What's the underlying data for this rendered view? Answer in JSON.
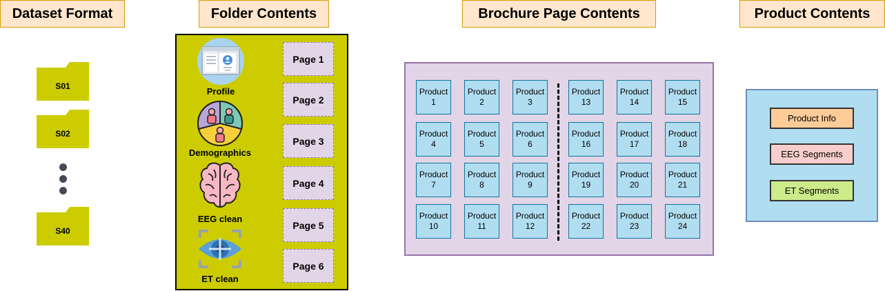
{
  "headers": {
    "dataset_format": "Dataset Format",
    "folder_contents": "Folder Contents",
    "brochure_page_contents": "Brochure Page Contents",
    "product_contents": "Product Contents"
  },
  "dataset": {
    "folders": [
      "S01",
      "S02",
      "S40"
    ],
    "folder_color": "#cccc00",
    "ellipsis_color": "#444a57"
  },
  "folder_contents": {
    "items": [
      "Profile",
      "Demographics",
      "EEG clean",
      "ET clean"
    ],
    "pages": [
      "Page 1",
      "Page 2",
      "Page 3",
      "Page 4",
      "Page 5",
      "Page 6"
    ],
    "box_color": "#cccc00"
  },
  "brochure": {
    "product_word": "Product",
    "left_products": [
      "1",
      "2",
      "3",
      "4",
      "5",
      "6",
      "7",
      "8",
      "9",
      "10",
      "11",
      "12"
    ],
    "right_products": [
      "13",
      "14",
      "15",
      "16",
      "17",
      "18",
      "19",
      "20",
      "21",
      "22",
      "23",
      "24"
    ],
    "fill": "#e1d5e7",
    "product_fill": "#b1ddf0"
  },
  "product_contents": {
    "segments": [
      {
        "label": "Product Info",
        "color": "#ffcc99"
      },
      {
        "label": "EEG Segments",
        "color": "#f8cecc"
      },
      {
        "label": "ET Segments",
        "color": "#cdeb8b"
      }
    ]
  }
}
